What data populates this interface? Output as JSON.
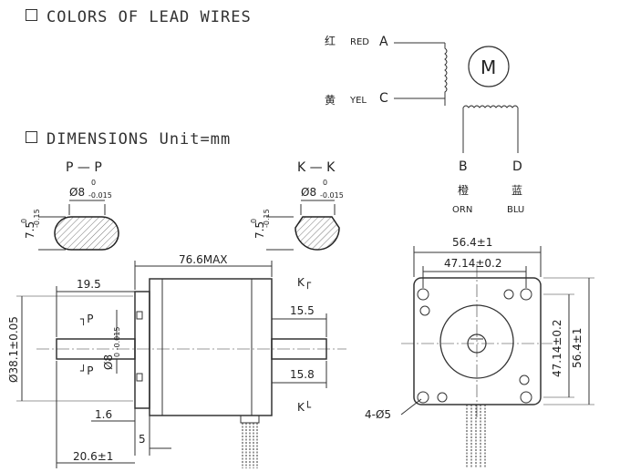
{
  "sections": {
    "lead_wires_title": "COLORS OF LEAD WIRES",
    "dimensions_title": "DIMENSIONS  Unit=mm"
  },
  "wiring": {
    "motor_label": "M",
    "wires": [
      {
        "zh": "红",
        "color_name": "RED",
        "terminal": "A"
      },
      {
        "zh": "黄",
        "color_name": "YEL",
        "terminal": "C"
      },
      {
        "zh": "橙",
        "color_name": "ORN",
        "terminal": "B"
      },
      {
        "zh": "蓝",
        "color_name": "BLU",
        "terminal": "D"
      }
    ]
  },
  "sections_view": {
    "pp_label": "P — P",
    "kk_label": "K — K",
    "shaft_dia": "Ø8",
    "shaft_dia_up": "0",
    "shaft_dia_low": "-0.015",
    "flat_dim": "7.5",
    "flat_dim_up": "0",
    "flat_dim_low": "-0.15"
  },
  "side_view": {
    "length_max": "76.6MAX",
    "shaft_len": "19.5",
    "flange_dia": "Ø38.1±0.05",
    "shaft_dia": "Ø8",
    "shaft_dia_tol": "0 -0.015",
    "flat_top": "15.5",
    "flat_bottom": "15.8",
    "flange_thk": "1.6",
    "boss_len": "5",
    "total_shaft": "20.6±1",
    "p_top": "┐P",
    "p_bottom": "┘P",
    "k_top": "K┌",
    "k_bottom": "K└"
  },
  "front_view": {
    "width": "56.4±1",
    "hole_spacing_h": "47.14±0.2",
    "hole_spacing_v": "47.14±0.2",
    "height": "56.4±1",
    "holes": "4-Ø5"
  }
}
